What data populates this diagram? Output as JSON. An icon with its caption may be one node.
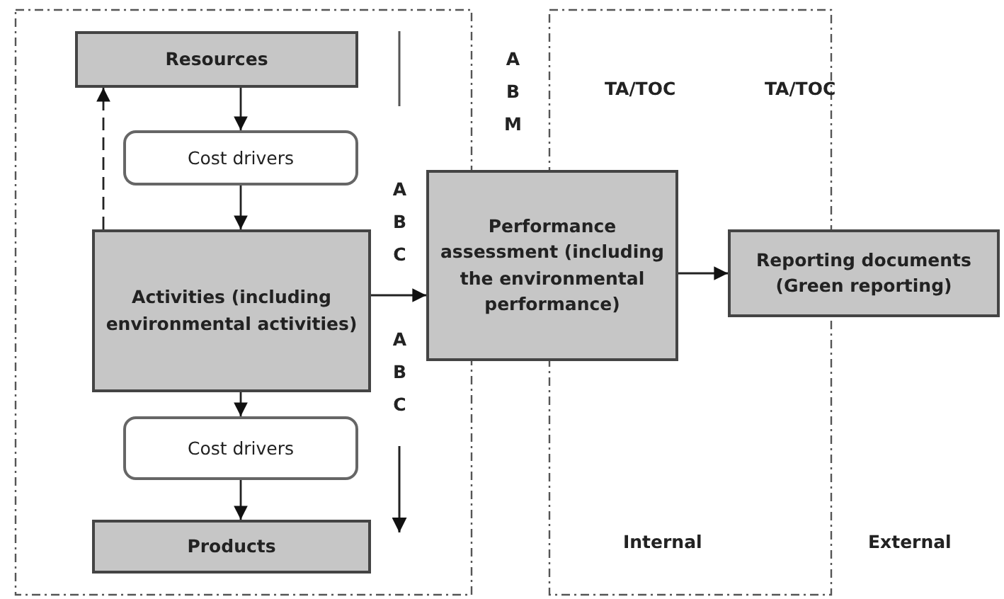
{
  "diagram": {
    "nodes": [
      {
        "text": [
          "Resources"
        ]
      },
      {
        "text": [
          "Cost drivers"
        ]
      },
      {
        "text": [
          "Activities (including environmental activities)"
        ]
      },
      {
        "text": [
          "Cost drivers"
        ]
      },
      {
        "text": [
          "Products"
        ]
      },
      {
        "text": [
          "Performance assessment (including the environmental performance)"
        ]
      },
      {
        "text": [
          "Reporting documents (Green reporting)"
        ]
      }
    ],
    "edges": [
      {
        "from": 0,
        "to": 1,
        "arrow": "to"
      },
      {
        "from": 1,
        "to": 2,
        "arrow": "to"
      },
      {
        "from": 2,
        "to": 0,
        "arrow": "to",
        "style": "dashed"
      },
      {
        "from": 2,
        "to": 3,
        "arrow": "to"
      },
      {
        "from": 3,
        "to": 4,
        "arrow": "to"
      },
      {
        "from": 2,
        "to": 5,
        "arrow": "to"
      },
      {
        "from": 5,
        "to": 6,
        "arrow": "to"
      }
    ],
    "labels": [
      "ABM",
      "ABC",
      "TA/TOC",
      "TA/TOC",
      "ABC",
      "Internal",
      "External"
    ]
  }
}
